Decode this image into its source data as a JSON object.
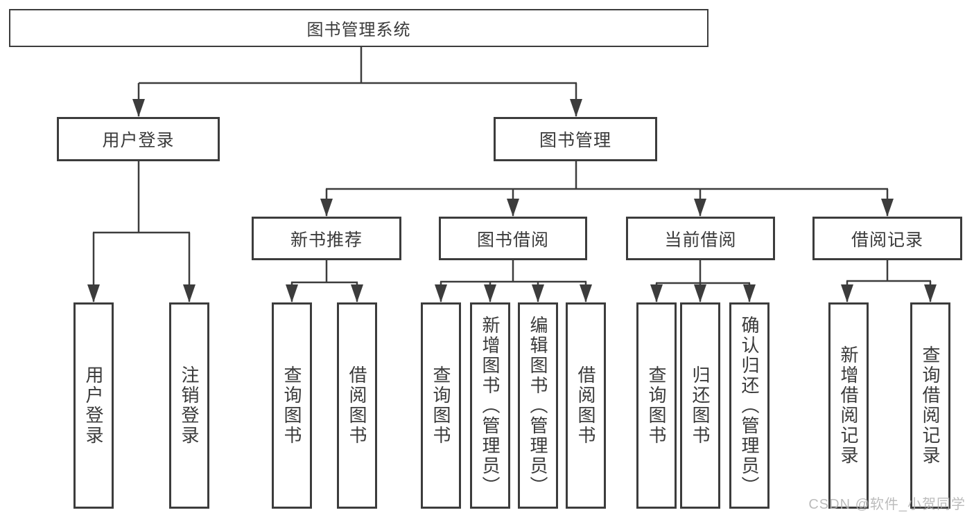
{
  "diagram": {
    "type": "tree",
    "tree": {
      "label": "图书管理系统",
      "children": [
        {
          "label": "用户登录",
          "children": [
            {
              "label": "用户登录"
            },
            {
              "label": "注销登录"
            }
          ]
        },
        {
          "label": "图书管理",
          "children": [
            {
              "label": "新书推荐",
              "children": [
                {
                  "label": "查询图书"
                },
                {
                  "label": "借阅图书"
                }
              ]
            },
            {
              "label": "图书借阅",
              "children": [
                {
                  "label": "查询图书"
                },
                {
                  "label": "新增图书（管理员）"
                },
                {
                  "label": "编辑图书（管理员）"
                },
                {
                  "label": "借阅图书"
                }
              ]
            },
            {
              "label": "当前借阅",
              "children": [
                {
                  "label": "查询图书"
                },
                {
                  "label": "归还图书"
                },
                {
                  "label": "确认归还（管理员）"
                }
              ]
            },
            {
              "label": "借阅记录",
              "children": [
                {
                  "label": "新增借阅记录"
                },
                {
                  "label": "查询借阅记录"
                }
              ]
            }
          ]
        }
      ]
    },
    "colors": {
      "line": "#3c3c3c",
      "text": "#3a3a3a",
      "background": "#ffffff",
      "watermark": "#b3b3b3"
    }
  },
  "watermark": {
    "text": "CSDN @软件_小贺同学"
  }
}
